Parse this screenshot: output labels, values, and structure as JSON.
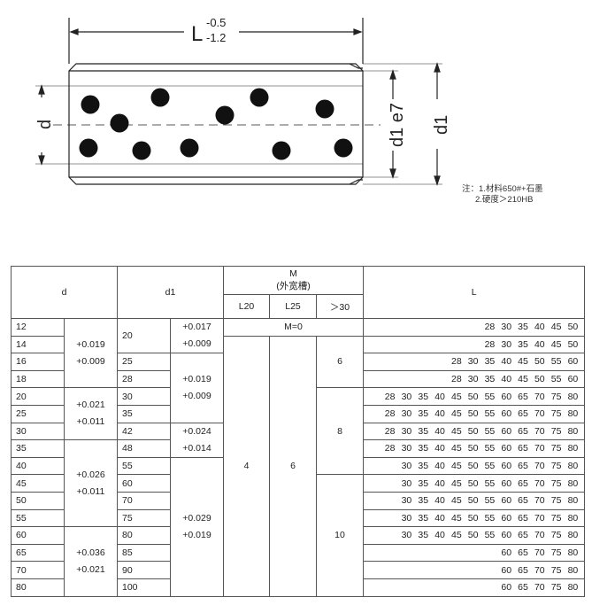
{
  "drawing": {
    "length_label": "L",
    "length_tol_upper": "-0.5",
    "length_tol_lower": "-1.2",
    "inner_dia_label": "d",
    "outer_fit_label": "d1 e7",
    "outer_dia_label": "d1"
  },
  "notes": [
    "注：1.材料650#+石墨",
    "2.硬度＞210HB"
  ],
  "table": {
    "headers": {
      "d": "d",
      "d1": "d1",
      "m": "M",
      "m_sub": "(外宽槽)",
      "l20": "L20",
      "l25": "L25",
      "gt30": "＞30",
      "l": "L"
    },
    "d": [
      "12",
      "14",
      "16",
      "18",
      "20",
      "25",
      "30",
      "35",
      "40",
      "45",
      "50",
      "55",
      "60",
      "65",
      "70",
      "80"
    ],
    "d_tol": [
      {
        "rows": 4,
        "upper": "+0.019",
        "lower": "+0.009"
      },
      {
        "rows": 3,
        "upper": "+0.021",
        "lower": "+0.011"
      },
      {
        "rows": 5,
        "upper": "+0.026",
        "lower": "+0.011"
      },
      {
        "rows": 4,
        "upper": "+0.036",
        "lower": "+0.021"
      }
    ],
    "d1": [
      {
        "rows": 2,
        "value": "20"
      },
      {
        "rows": 1,
        "value": "25"
      },
      {
        "rows": 1,
        "value": "28"
      },
      {
        "rows": 1,
        "value": "30"
      },
      {
        "rows": 1,
        "value": "35"
      },
      {
        "rows": 1,
        "value": "42"
      },
      {
        "rows": 1,
        "value": "48"
      },
      {
        "rows": 1,
        "value": "55"
      },
      {
        "rows": 1,
        "value": "60"
      },
      {
        "rows": 1,
        "value": "70"
      },
      {
        "rows": 1,
        "value": "75"
      },
      {
        "rows": 1,
        "value": "80"
      },
      {
        "rows": 1,
        "value": "85"
      },
      {
        "rows": 1,
        "value": "90"
      },
      {
        "rows": 1,
        "value": "100"
      }
    ],
    "d1_tol": [
      {
        "rows": 2,
        "upper": "+0.017",
        "lower": "+0.009"
      },
      {
        "rows": 4,
        "upper": "+0.019",
        "lower": "+0.009"
      },
      {
        "rows": 2,
        "upper": "+0.024",
        "lower": "+0.014"
      },
      {
        "rows": 8,
        "upper": "+0.029",
        "lower": "+0.019"
      }
    ],
    "m_zero": "M=0",
    "m_l20": "4",
    "m_l25": "6",
    "m_gt30": [
      {
        "rows": 3,
        "value": "6"
      },
      {
        "rows": 5,
        "value": "8"
      },
      {
        "rows": 7,
        "value": "10"
      }
    ],
    "l_columns": [
      "28",
      "30",
      "35",
      "40",
      "45",
      "50",
      "55",
      "60",
      "65",
      "70",
      "75",
      "80"
    ],
    "l_rows": [
      [
        "28",
        "30",
        "35",
        "40",
        "45",
        "50"
      ],
      [
        "28",
        "30",
        "35",
        "40",
        "45",
        "50"
      ],
      [
        "28",
        "30",
        "35",
        "40",
        "45",
        "50",
        "55",
        "60"
      ],
      [
        "28",
        "30",
        "35",
        "40",
        "45",
        "50",
        "55",
        "60"
      ],
      [
        "28",
        "30",
        "35",
        "40",
        "45",
        "50",
        "55",
        "60",
        "65",
        "70",
        "75",
        "80"
      ],
      [
        "28",
        "30",
        "35",
        "40",
        "45",
        "50",
        "55",
        "60",
        "65",
        "70",
        "75",
        "80"
      ],
      [
        "28",
        "30",
        "35",
        "40",
        "45",
        "50",
        "55",
        "60",
        "65",
        "70",
        "75",
        "80"
      ],
      [
        "28",
        "30",
        "35",
        "40",
        "45",
        "50",
        "55",
        "60",
        "65",
        "70",
        "75",
        "80"
      ],
      [
        "30",
        "35",
        "40",
        "45",
        "50",
        "55",
        "60",
        "65",
        "70",
        "75",
        "80"
      ],
      [
        "30",
        "35",
        "40",
        "45",
        "50",
        "55",
        "60",
        "65",
        "70",
        "75",
        "80"
      ],
      [
        "30",
        "35",
        "40",
        "45",
        "50",
        "55",
        "60",
        "65",
        "70",
        "75",
        "80"
      ],
      [
        "30",
        "35",
        "40",
        "45",
        "50",
        "55",
        "60",
        "65",
        "70",
        "75",
        "80"
      ],
      [
        "30",
        "35",
        "40",
        "45",
        "50",
        "55",
        "60",
        "65",
        "70",
        "75",
        "80"
      ],
      [
        "60",
        "65",
        "70",
        "75",
        "80"
      ],
      [
        "60",
        "65",
        "70",
        "75",
        "80"
      ],
      [
        "60",
        "65",
        "70",
        "75",
        "80"
      ]
    ]
  }
}
